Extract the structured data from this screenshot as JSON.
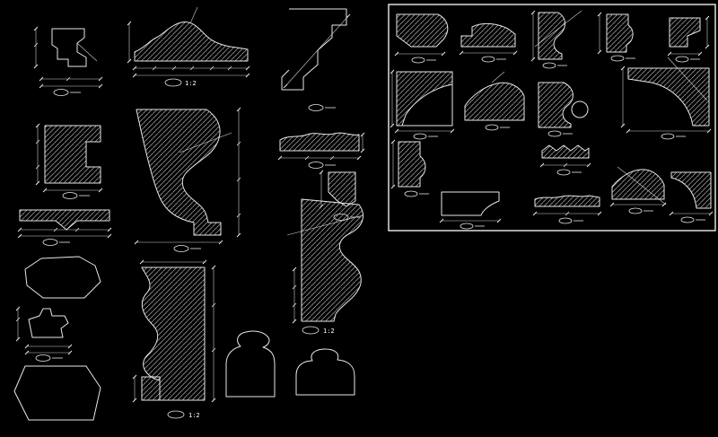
{
  "canvas": {
    "background": "#000000",
    "line_color": "#e8e8e8",
    "panel_border_color": "#ffffff"
  },
  "labels": {
    "scale_top_center": "1:2",
    "scale_right_middle": "1:2",
    "scale_bottom_center": "1:2"
  }
}
